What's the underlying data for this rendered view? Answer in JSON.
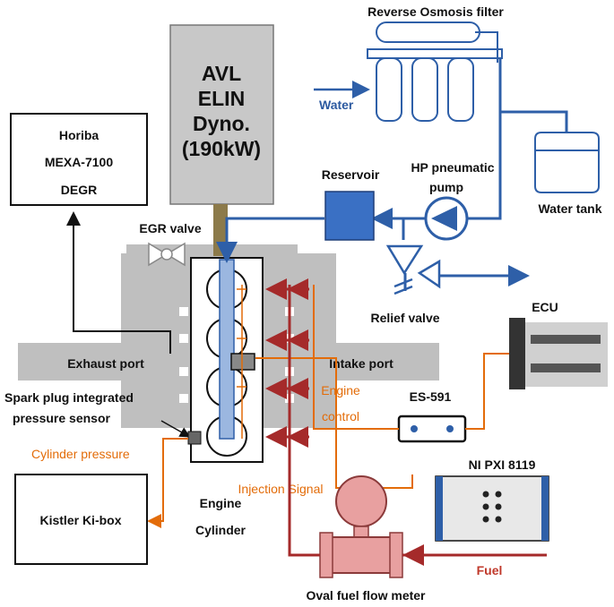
{
  "labels": {
    "ro_filter": "Reverse Osmosis filter",
    "water": "Water",
    "dyno_line1": "AVL",
    "dyno_line2": "ELIN",
    "dyno_line3": "Dyno.",
    "dyno_line4": "(190kW)",
    "horiba_line1": "Horiba",
    "horiba_line2": "MEXA-7100",
    "horiba_line3": "DEGR",
    "reservoir": "Reservoir",
    "hp_pump_line1": "HP pneumatic",
    "hp_pump_line2": "pump",
    "water_tank": "Water tank",
    "egr_valve": "EGR valve",
    "relief_valve": "Relief valve",
    "ecu": "ECU",
    "exhaust_port": "Exhaust port",
    "intake_port": "Intake port",
    "spark_line1": "Spark plug integrated",
    "spark_line2": "pressure sensor",
    "engine_control_line1": "Engine",
    "engine_control_line2": "control",
    "es591": "ES-591",
    "cylinder_pressure": "Cylinder pressure",
    "ni_pxi": "NI PXI 8119",
    "injection_signal": "Injection Signal",
    "kistler": "Kistler Ki-box",
    "engine_cylinder_line1": "Engine",
    "engine_cylinder_line2": "Cylinder",
    "fuel": "Fuel",
    "oval_meter": "Oval fuel flow meter"
  },
  "colors": {
    "water_line": "#2e5fa8",
    "signal_line": "#e36c09",
    "fuel_line": "#a52a2a",
    "gray_block": "#bfbfbf",
    "reservoir_fill": "#3a70c4",
    "meter_fill": "#e8a0a0"
  }
}
